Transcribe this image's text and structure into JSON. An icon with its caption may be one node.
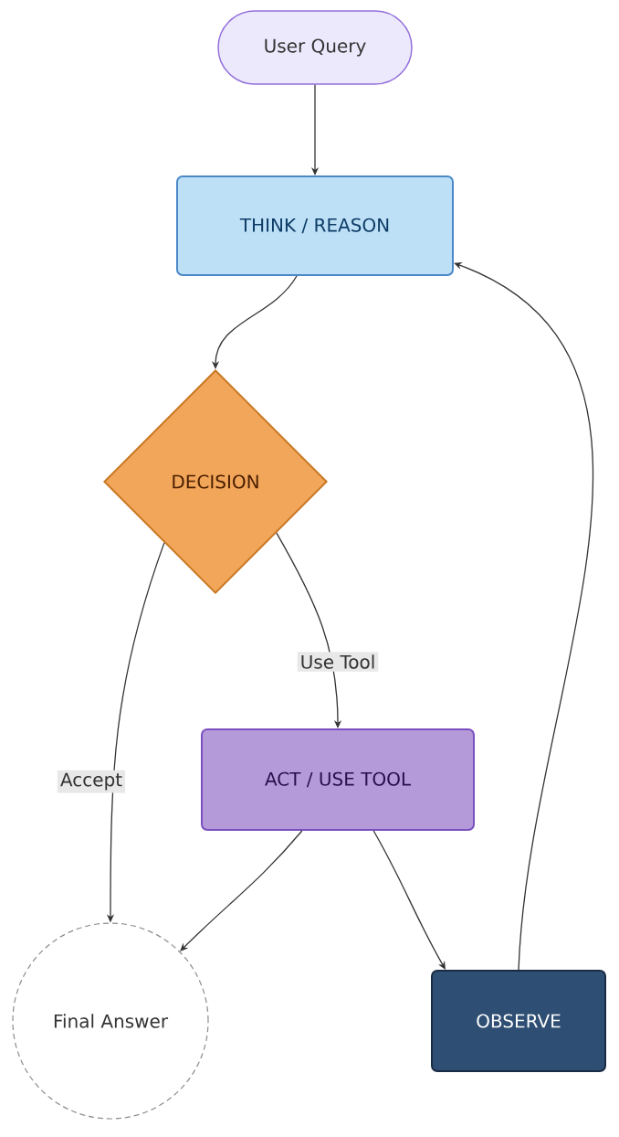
{
  "diagram": {
    "nodes": [
      {
        "text": [
          "User Query"
        ]
      },
      {
        "text": [
          "THINK / REASON"
        ]
      },
      {
        "text": [
          "DECISION"
        ]
      },
      {
        "text": [
          "ACT / USE TOOL"
        ]
      },
      {
        "text": [
          "Final Answer"
        ]
      },
      {
        "text": [
          "OBSERVE"
        ]
      }
    ],
    "edges": [
      {
        "from": 0,
        "to": 1,
        "arrow": "to"
      },
      {
        "from": 1,
        "to": 2,
        "arrow": "to"
      },
      {
        "from": 2,
        "to": 3,
        "arrow": "to",
        "label": "Use Tool"
      },
      {
        "from": 2,
        "to": 4,
        "arrow": "to",
        "label": "Accept"
      },
      {
        "from": 3,
        "to": 4,
        "arrow": "to"
      },
      {
        "from": 3,
        "to": 5,
        "arrow": "to"
      },
      {
        "from": 5,
        "to": 1,
        "arrow": "to"
      }
    ]
  }
}
